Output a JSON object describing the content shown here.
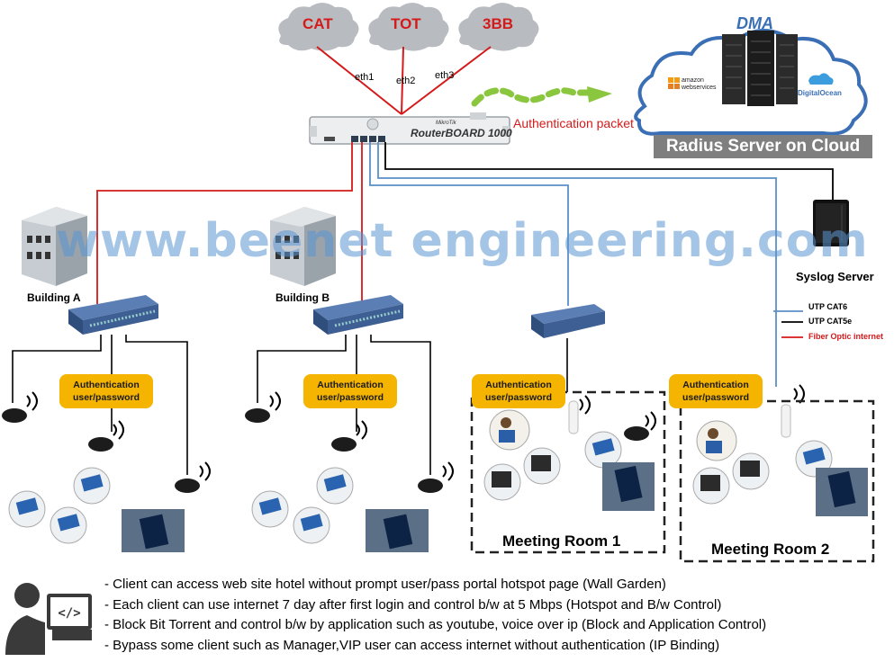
{
  "isps": [
    "CAT",
    "TOT",
    "3BB"
  ],
  "eth_labels": [
    "eth1",
    "eth2",
    "eth3"
  ],
  "router_label": "RouterBOARD 1000",
  "router_brand": "MikroTik",
  "auth_packet": "Authentication packet",
  "cloud": {
    "brand": "DMA",
    "providers": [
      "amazon webservices",
      "DigitalOcean"
    ],
    "title": "Radius Server on Cloud"
  },
  "syslog_label": "Syslog Server",
  "watermark": "www.beenet engineering.com",
  "buildings": [
    "Building A",
    "Building B"
  ],
  "auth_badge_line1": "Authentication",
  "auth_badge_line2": "user/password",
  "rooms": [
    "Meeting Room 1",
    "Meeting Room 2"
  ],
  "legend": [
    {
      "label": "UTP CAT6",
      "color": "#5b8fc7"
    },
    {
      "label": "UTP CAT5e",
      "color": "#000000"
    },
    {
      "label": "Fiber Optic internet",
      "color": "#d41a1a"
    }
  ],
  "features": [
    "- Client can access web site hotel without prompt user/pass portal hotspot page (Wall Garden)",
    "- Each client can use internet 7 day after first login and control b/w at 5 Mbps (Hotspot and B/w Control)",
    "- Block Bit Torrent and control b/w by application such as youtube, voice over ip (Block and Application Control)",
    "- Bypass some client such as Manager,VIP user can access internet without authentication (IP Binding)"
  ]
}
